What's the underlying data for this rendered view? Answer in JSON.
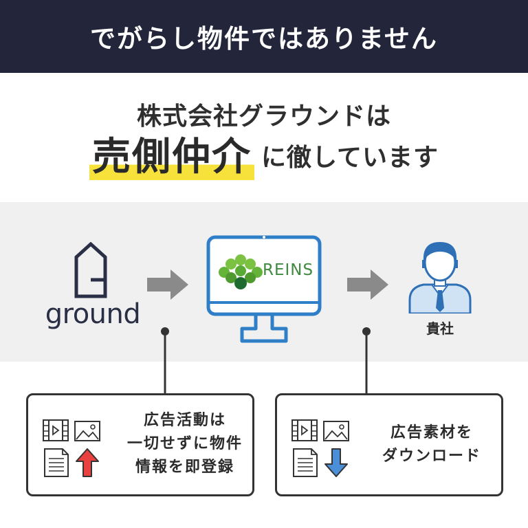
{
  "banner": {
    "text": "でがらし物件ではありません"
  },
  "headline": {
    "line1": "株式会社グラウンドは",
    "highlight": "売側仲介",
    "rest": "に徹しています"
  },
  "flow": {
    "logo_word": "ground",
    "reins_text": "REINS",
    "client_label": "貴社"
  },
  "boxes": {
    "left": {
      "lines": [
        "広告活動は",
        "一切せずに物件",
        "情報を即登録"
      ],
      "arrow_icon": "upload-arrow-icon"
    },
    "right": {
      "lines": [
        "広告素材を",
        "ダウンロード"
      ],
      "arrow_icon": "download-arrow-icon"
    }
  },
  "colors": {
    "banner_bg": "#23263a",
    "highlight": "#f6e23b",
    "band_bg": "#f0f0f0",
    "monitor_blue": "#2f7fc8",
    "reins_green": "#3e8a3e",
    "up_arrow": "#e8413f",
    "down_arrow": "#4a8fd8"
  }
}
